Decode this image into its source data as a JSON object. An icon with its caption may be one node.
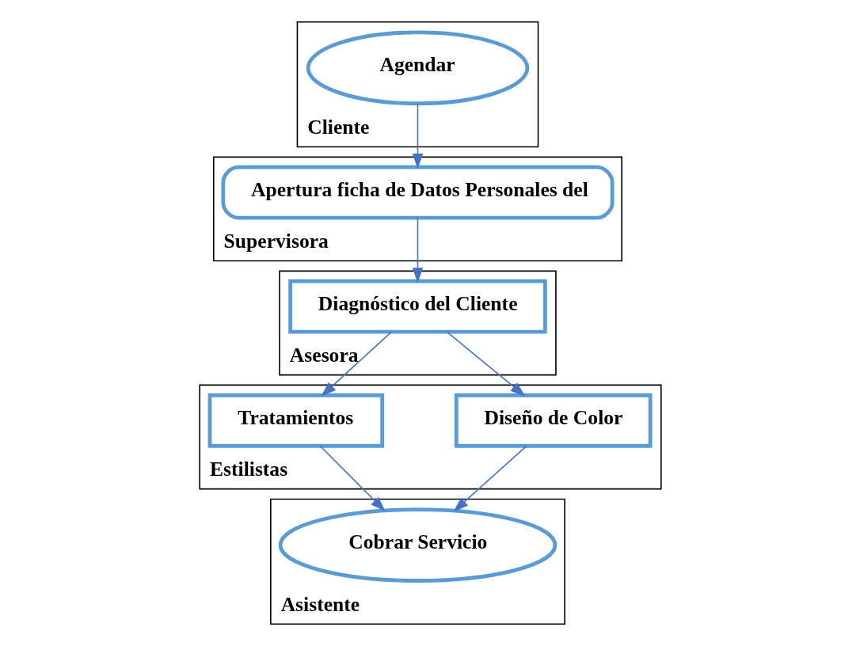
{
  "diagram": {
    "nodes": [
      {
        "text": [
          "Cliente"
        ]
      },
      {
        "text": [
          "Agendar"
        ],
        "in": 0
      },
      {
        "text": [
          "Supervisora"
        ]
      },
      {
        "text": [
          "Apertura ficha de Datos Personales del"
        ],
        "in": 2
      },
      {
        "text": [
          "Asesora"
        ]
      },
      {
        "text": [
          "Diagnóstico del Cliente"
        ],
        "in": 4
      },
      {
        "text": [
          "Estilistas"
        ]
      },
      {
        "text": [
          "Diseño de Color"
        ],
        "in": 6
      },
      {
        "text": [
          "Tratamientos"
        ],
        "in": 6
      },
      {
        "text": [
          "Asistente"
        ]
      },
      {
        "text": [
          "Cobrar Servicio"
        ],
        "in": 9
      }
    ],
    "edges": [
      {
        "from": 1,
        "to": 3,
        "arrow": "to"
      },
      {
        "from": 3,
        "to": 5,
        "arrow": "to"
      },
      {
        "from": 5,
        "to": 7,
        "arrow": "to"
      },
      {
        "from": 5,
        "to": 8,
        "arrow": "to"
      },
      {
        "from": 7,
        "to": 10,
        "arrow": "to"
      },
      {
        "from": 8,
        "to": 10,
        "arrow": "to"
      }
    ]
  }
}
